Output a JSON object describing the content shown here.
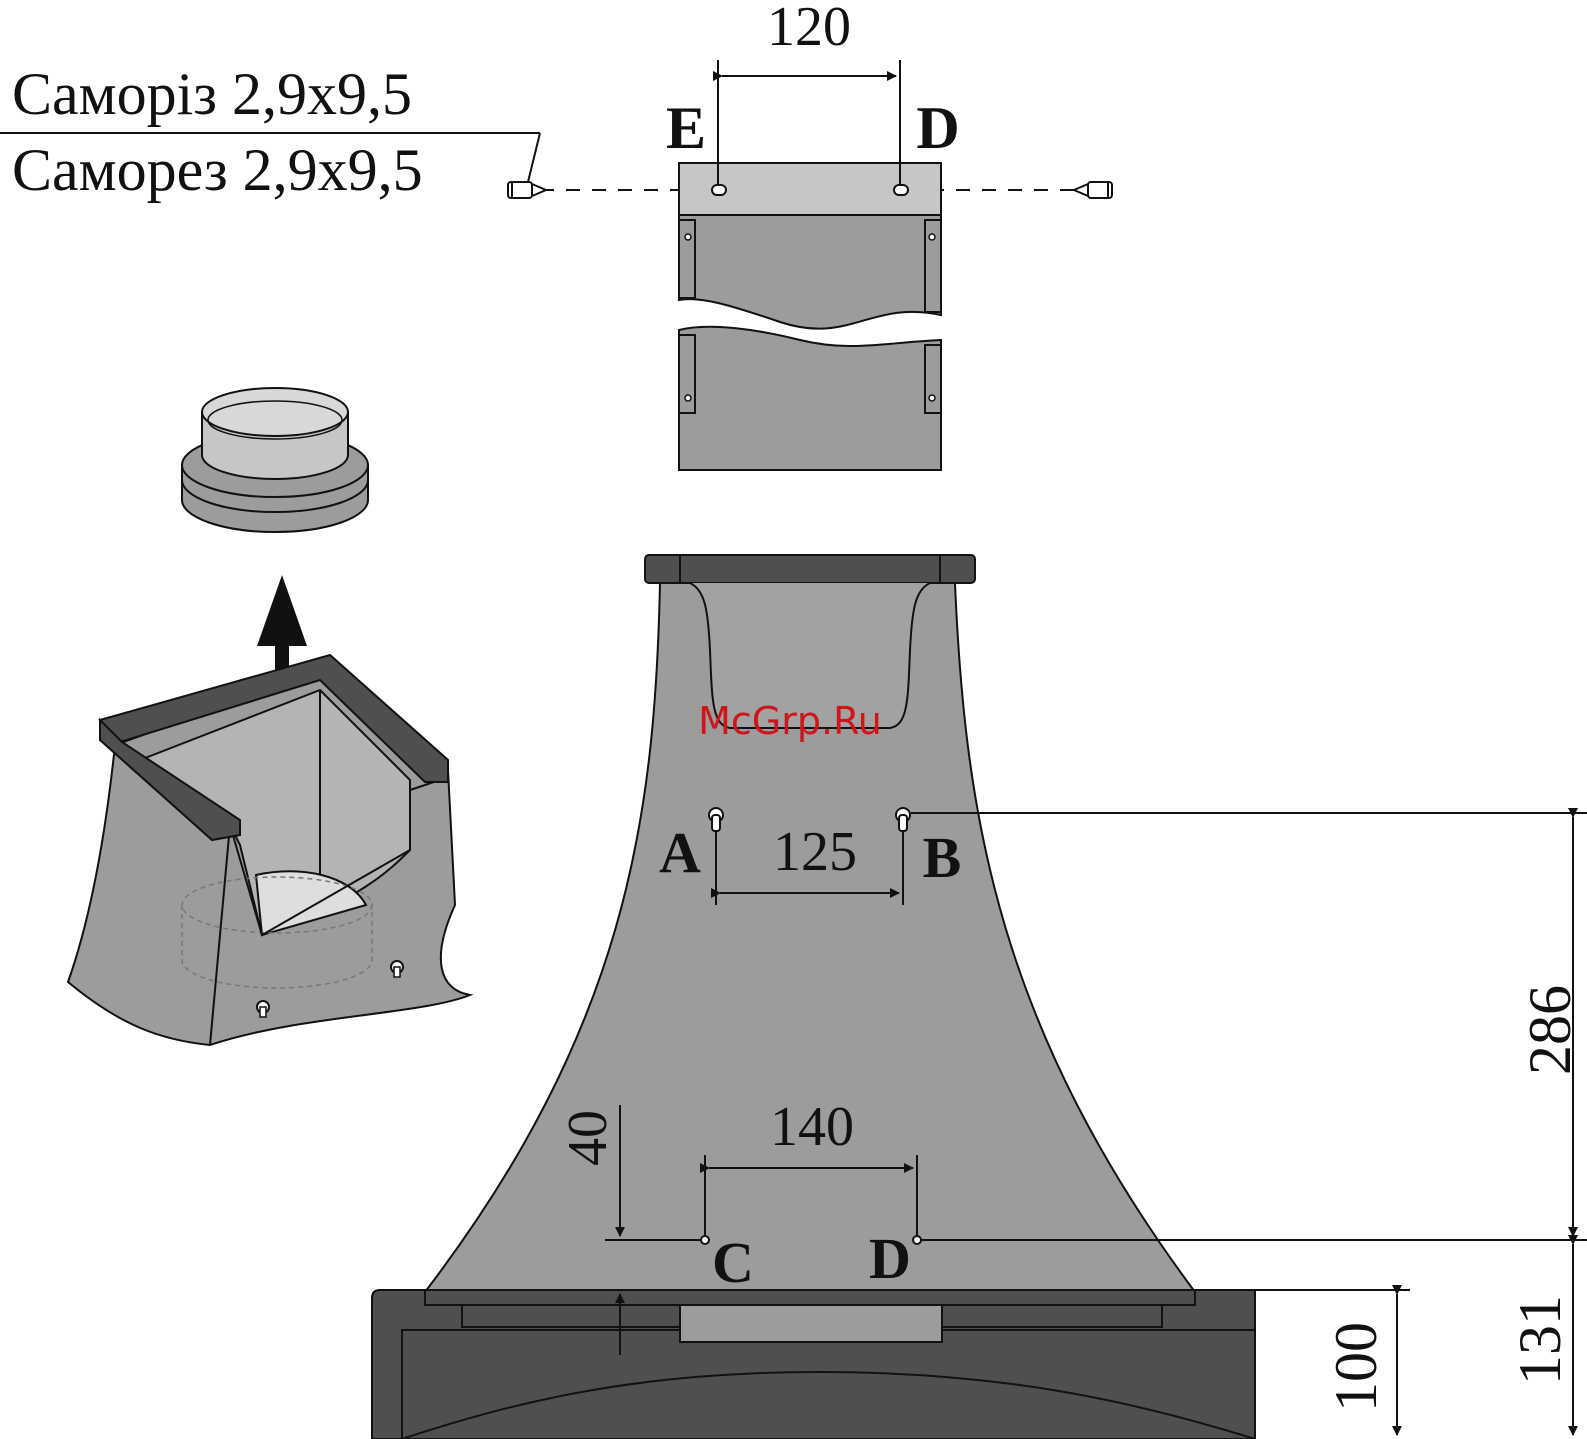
{
  "colors": {
    "body_gray": "#9c9c9c",
    "light_gray": "#c6c6c6",
    "dark_gray": "#4f4f4f",
    "outline": "#111111",
    "watermark": "#d0141c"
  },
  "screw_labels": {
    "ukrainian": "Саморіз 2,9х9,5",
    "russian": "Саморез 2,9х9,5"
  },
  "points": {
    "top_left": "E",
    "top_right": "D",
    "mid_left": "A",
    "mid_right": "B",
    "low_left": "C",
    "low_right": "D"
  },
  "dimensions": {
    "top_width": "120",
    "mid_width": "125",
    "low_width": "140",
    "low_offset": "40",
    "height_main": "286",
    "height_low": "131",
    "height_base": "100"
  },
  "watermark": "McGrp.Ru",
  "icons": {
    "screw": "screw-icon",
    "double_arrow": "double-arrow-icon",
    "keyhole": "keyhole-slot-icon"
  }
}
